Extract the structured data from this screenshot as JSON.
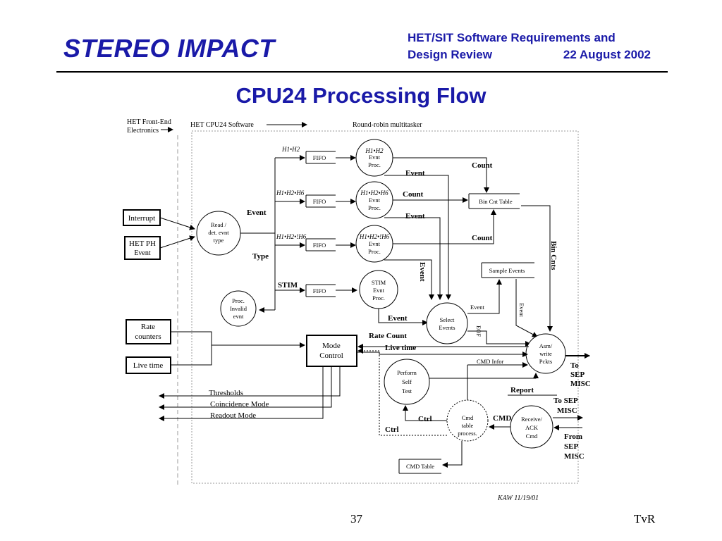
{
  "header": {
    "brand": "STEREO IMPACT",
    "review_line1": "HET/SIT Software Requirements and",
    "review_line2_left": "Design Review",
    "review_line2_right": "22 August 2002"
  },
  "title": "CPU24 Processing Flow",
  "diagram": {
    "front_end_line1": "HET Front-End",
    "front_end_line2": "Electronics",
    "cpu_software": "HET CPU24 Software",
    "multitasker": "Round-robin multitasker",
    "interrupt": "Interrupt",
    "het_ph_line1": "HET PH",
    "het_ph_line2": "Event",
    "read_det_line1": "Read /",
    "read_det_line2": "det. evnt",
    "read_det_line3": "type",
    "proc_invalid_line1": "Proc.",
    "proc_invalid_line2": "Invalid",
    "proc_invalid_line3": "evnt",
    "rate_counters_line1": "Rate",
    "rate_counters_line2": "counters",
    "live_time_box": "Live time",
    "mode_control_line1": "Mode",
    "mode_control_line2": "Control",
    "fifo": "FIFO",
    "fifo_label_1": "H1•H2",
    "fifo_label_2": "H1•H2•H6",
    "fifo_label_3": "H1•H2•!H6",
    "fifo_label_4": "STIM",
    "evnt_proc_1_head": "H1•H2",
    "evnt_proc_2_head": "H1•H2•H6",
    "evnt_proc_3_head": "H1•H2•!H6",
    "evnt_line": "Evnt",
    "proc_line": "Proc.",
    "stim_line": "STIM",
    "bin_cnt_table": "Bin Cnt Table",
    "sample_events": "Sample Events",
    "select_events_line1": "Select",
    "select_events_line2": "Events",
    "asm_line1": "Asm/",
    "asm_line2": "write",
    "asm_line3": "Pckts",
    "perform_line1": "Perform",
    "perform_line2": "Self",
    "perform_line3": "Test",
    "cmd_table_proc_line1": "Cmd",
    "cmd_table_proc_line2": "table",
    "cmd_table_proc_line3": "process.",
    "receive_line1": "Receive/",
    "receive_line2": "ACK",
    "receive_line3": "Cmd",
    "cmd_table_store": "CMD Table",
    "lbl_event": "Event",
    "lbl_type": "Type",
    "lbl_count": "Count",
    "lbl_bin_cnts": "Bin Cnts",
    "lbl_eof": "EOF",
    "lbl_rate_count": "Rate Count",
    "lbl_live_time": "Live time",
    "lbl_cmd_infor": "CMD Infor",
    "lbl_report": "Report",
    "lbl_ctrl": "Ctrl",
    "lbl_cmd": "CMD",
    "lbl_thresholds": "Thresholds",
    "lbl_coincidence": "Coincidence Mode",
    "lbl_readout": "Readout Mode",
    "to_sep_1_line1": "To",
    "to_sep_1_line2": "SEP",
    "to_sep_1_line3": "MISC",
    "to_sep_2_line1": "To SEP",
    "to_sep_2_line2": "MISC",
    "from_sep_line1": "From",
    "from_sep_line2": "SEP",
    "from_sep_line3": "MISC"
  },
  "footer": {
    "author_date": "KAW 11/19/01",
    "page_number": "37",
    "initials": "TvR"
  }
}
